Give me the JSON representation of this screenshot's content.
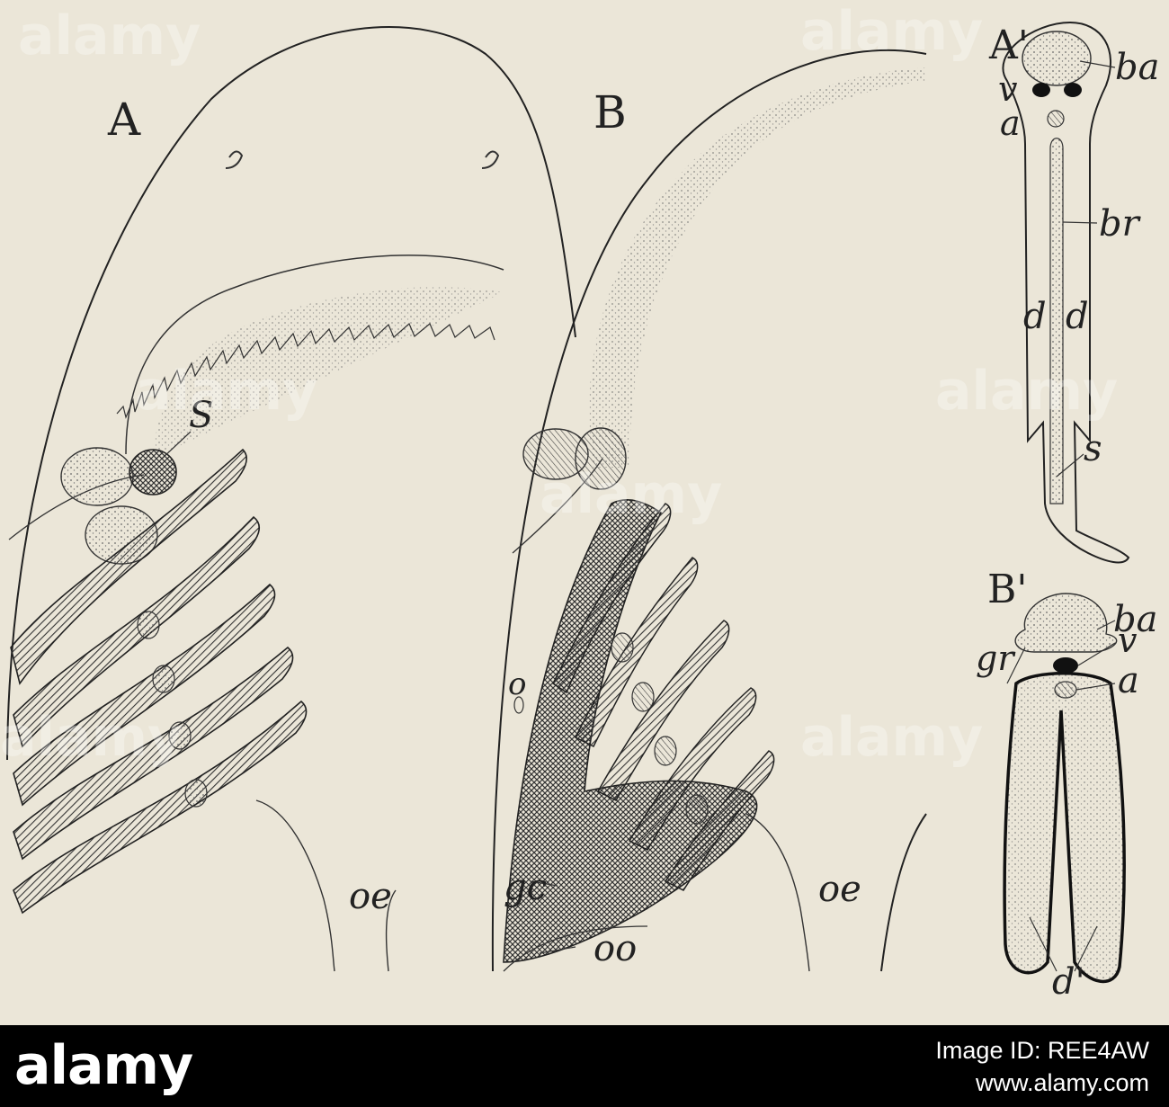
{
  "figure": {
    "panel_labels": {
      "A": "A",
      "B": "B",
      "A_prime": "A'",
      "B_prime": "B'"
    },
    "labels_A": {
      "s": "S",
      "oe": "oe"
    },
    "labels_B": {
      "o": "o",
      "gc": "gc",
      "oo": "oo",
      "oe": "oe"
    },
    "labels_A_prime": {
      "ba": "ba",
      "v": "v",
      "a": "a",
      "br": "br",
      "d_left": "d",
      "d_right": "d",
      "s": "s"
    },
    "labels_B_prime": {
      "ba": "ba",
      "v": "v",
      "gr": "gr",
      "a": "a",
      "d": "d'"
    }
  },
  "watermark": {
    "text": "alamy"
  },
  "footer": {
    "logo": "alamy",
    "image_id": "Image ID: REE4AW",
    "url": "www.alamy.com"
  }
}
